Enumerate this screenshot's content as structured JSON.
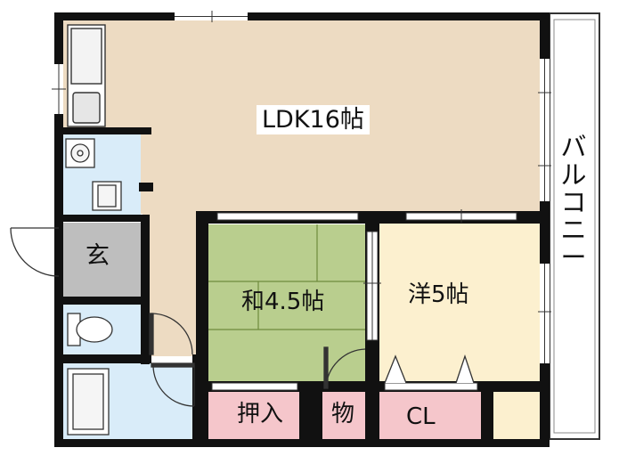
{
  "floorplan": {
    "rooms": {
      "ldk": "LDK16帖",
      "japanese_room": "和4.5帖",
      "western_room": "洋5帖",
      "entrance": "玄",
      "closet": "押入",
      "storage": "物",
      "walk_in": "CL",
      "balcony": [
        "バ",
        "ル",
        "コ",
        "ニ",
        "ー"
      ]
    },
    "colors": {
      "ldk": "#EDDBC2",
      "japanese_room": "#B9CE8E",
      "western_room": "#FCF0CF",
      "entrance": "#BEBEBE",
      "wet_areas": "#D9ECF9",
      "storage": "#F5C6CB",
      "wall": "#111111",
      "balcony": "#FFFFFF"
    }
  }
}
